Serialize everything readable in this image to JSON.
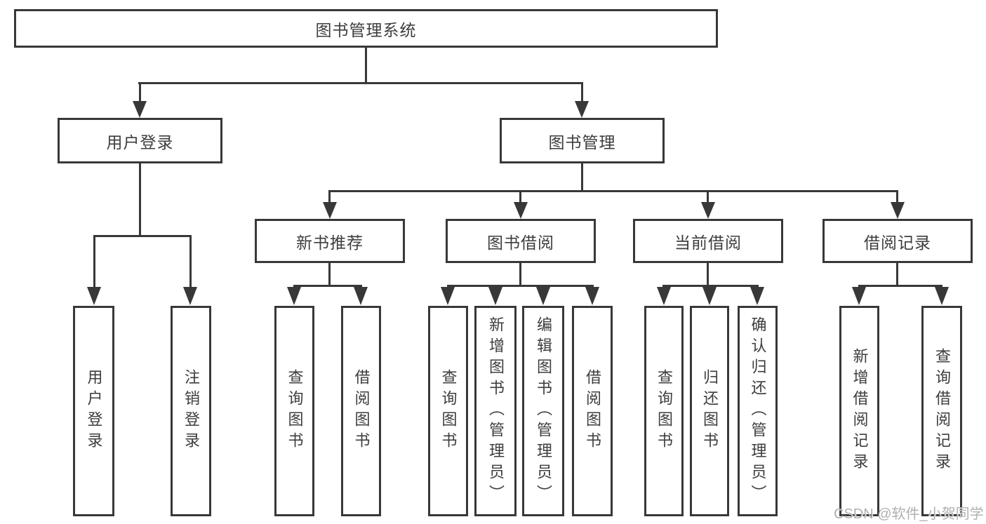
{
  "root": {
    "label": "图书管理系统"
  },
  "branches": {
    "user_login": {
      "label": "用户登录",
      "children": [
        {
          "label": "用户登录"
        },
        {
          "label": "注销登录"
        }
      ]
    },
    "book_management": {
      "label": "图书管理",
      "children": [
        {
          "label": "新书推荐",
          "children": [
            {
              "label": "查询图书"
            },
            {
              "label": "借阅图书"
            }
          ]
        },
        {
          "label": "图书借阅",
          "children": [
            {
              "label": "查询图书"
            },
            {
              "label": "新增图书（管理员）"
            },
            {
              "label": "编辑图书（管理员）"
            },
            {
              "label": "借阅图书"
            }
          ]
        },
        {
          "label": "当前借阅",
          "children": [
            {
              "label": "查询图书"
            },
            {
              "label": "归还图书"
            },
            {
              "label": "确认归还（管理员）"
            }
          ]
        },
        {
          "label": "借阅记录",
          "children": [
            {
              "label": "新增借阅记录"
            },
            {
              "label": "查询借阅记录"
            }
          ]
        }
      ]
    }
  },
  "watermark": {
    "text": "CSDN @软件_小贺同学"
  },
  "colors": {
    "line": "#383838",
    "text": "#3d3d3d",
    "watermark": "#b0b0b0",
    "background": "#ffffff"
  }
}
